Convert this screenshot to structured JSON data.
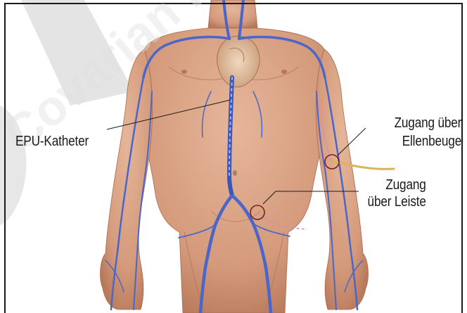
{
  "labels": {
    "epu_catheter": "EPU-Katheter",
    "access_elbow_line1": "Zugang über",
    "access_elbow_line2": "Ellenbeuge",
    "access_groin_line1": "Zugang",
    "access_groin_line2": "über Leiste"
  },
  "watermark": "Covarian Health",
  "colors": {
    "skin": "#dca88a",
    "skin_shadow": "#b9785a",
    "vein": "#4b66c9",
    "vein_dark": "#2d3f95",
    "heart": "#d9b290",
    "catheter": "#d9b45a",
    "leader": "#1a1a1a",
    "marker_ring": "#7a1f1f",
    "watermark_gray": "#dcdcdc"
  }
}
